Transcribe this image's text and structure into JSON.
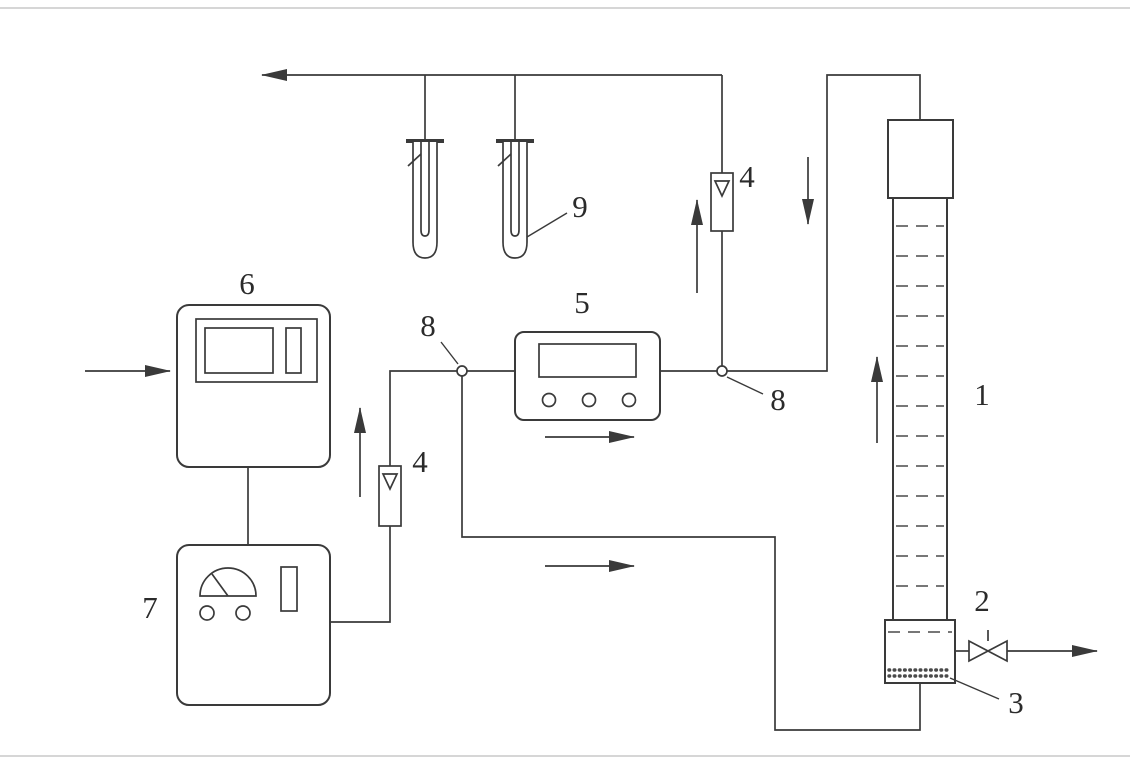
{
  "figure": {
    "background": "#ffffff",
    "line_color": "#3a3a3a",
    "text_color": "#2b2b2b"
  },
  "labels": {
    "reaction_column": "1",
    "column_base": "2",
    "porous_plate": "3",
    "flowmeter_left": "4",
    "flowmeter_right": "4",
    "display_instrument": "5",
    "instrument_upper": "6",
    "instrument_lower": "7",
    "junction_left": "8",
    "junction_right": "8",
    "absorption_tubes": "9"
  }
}
